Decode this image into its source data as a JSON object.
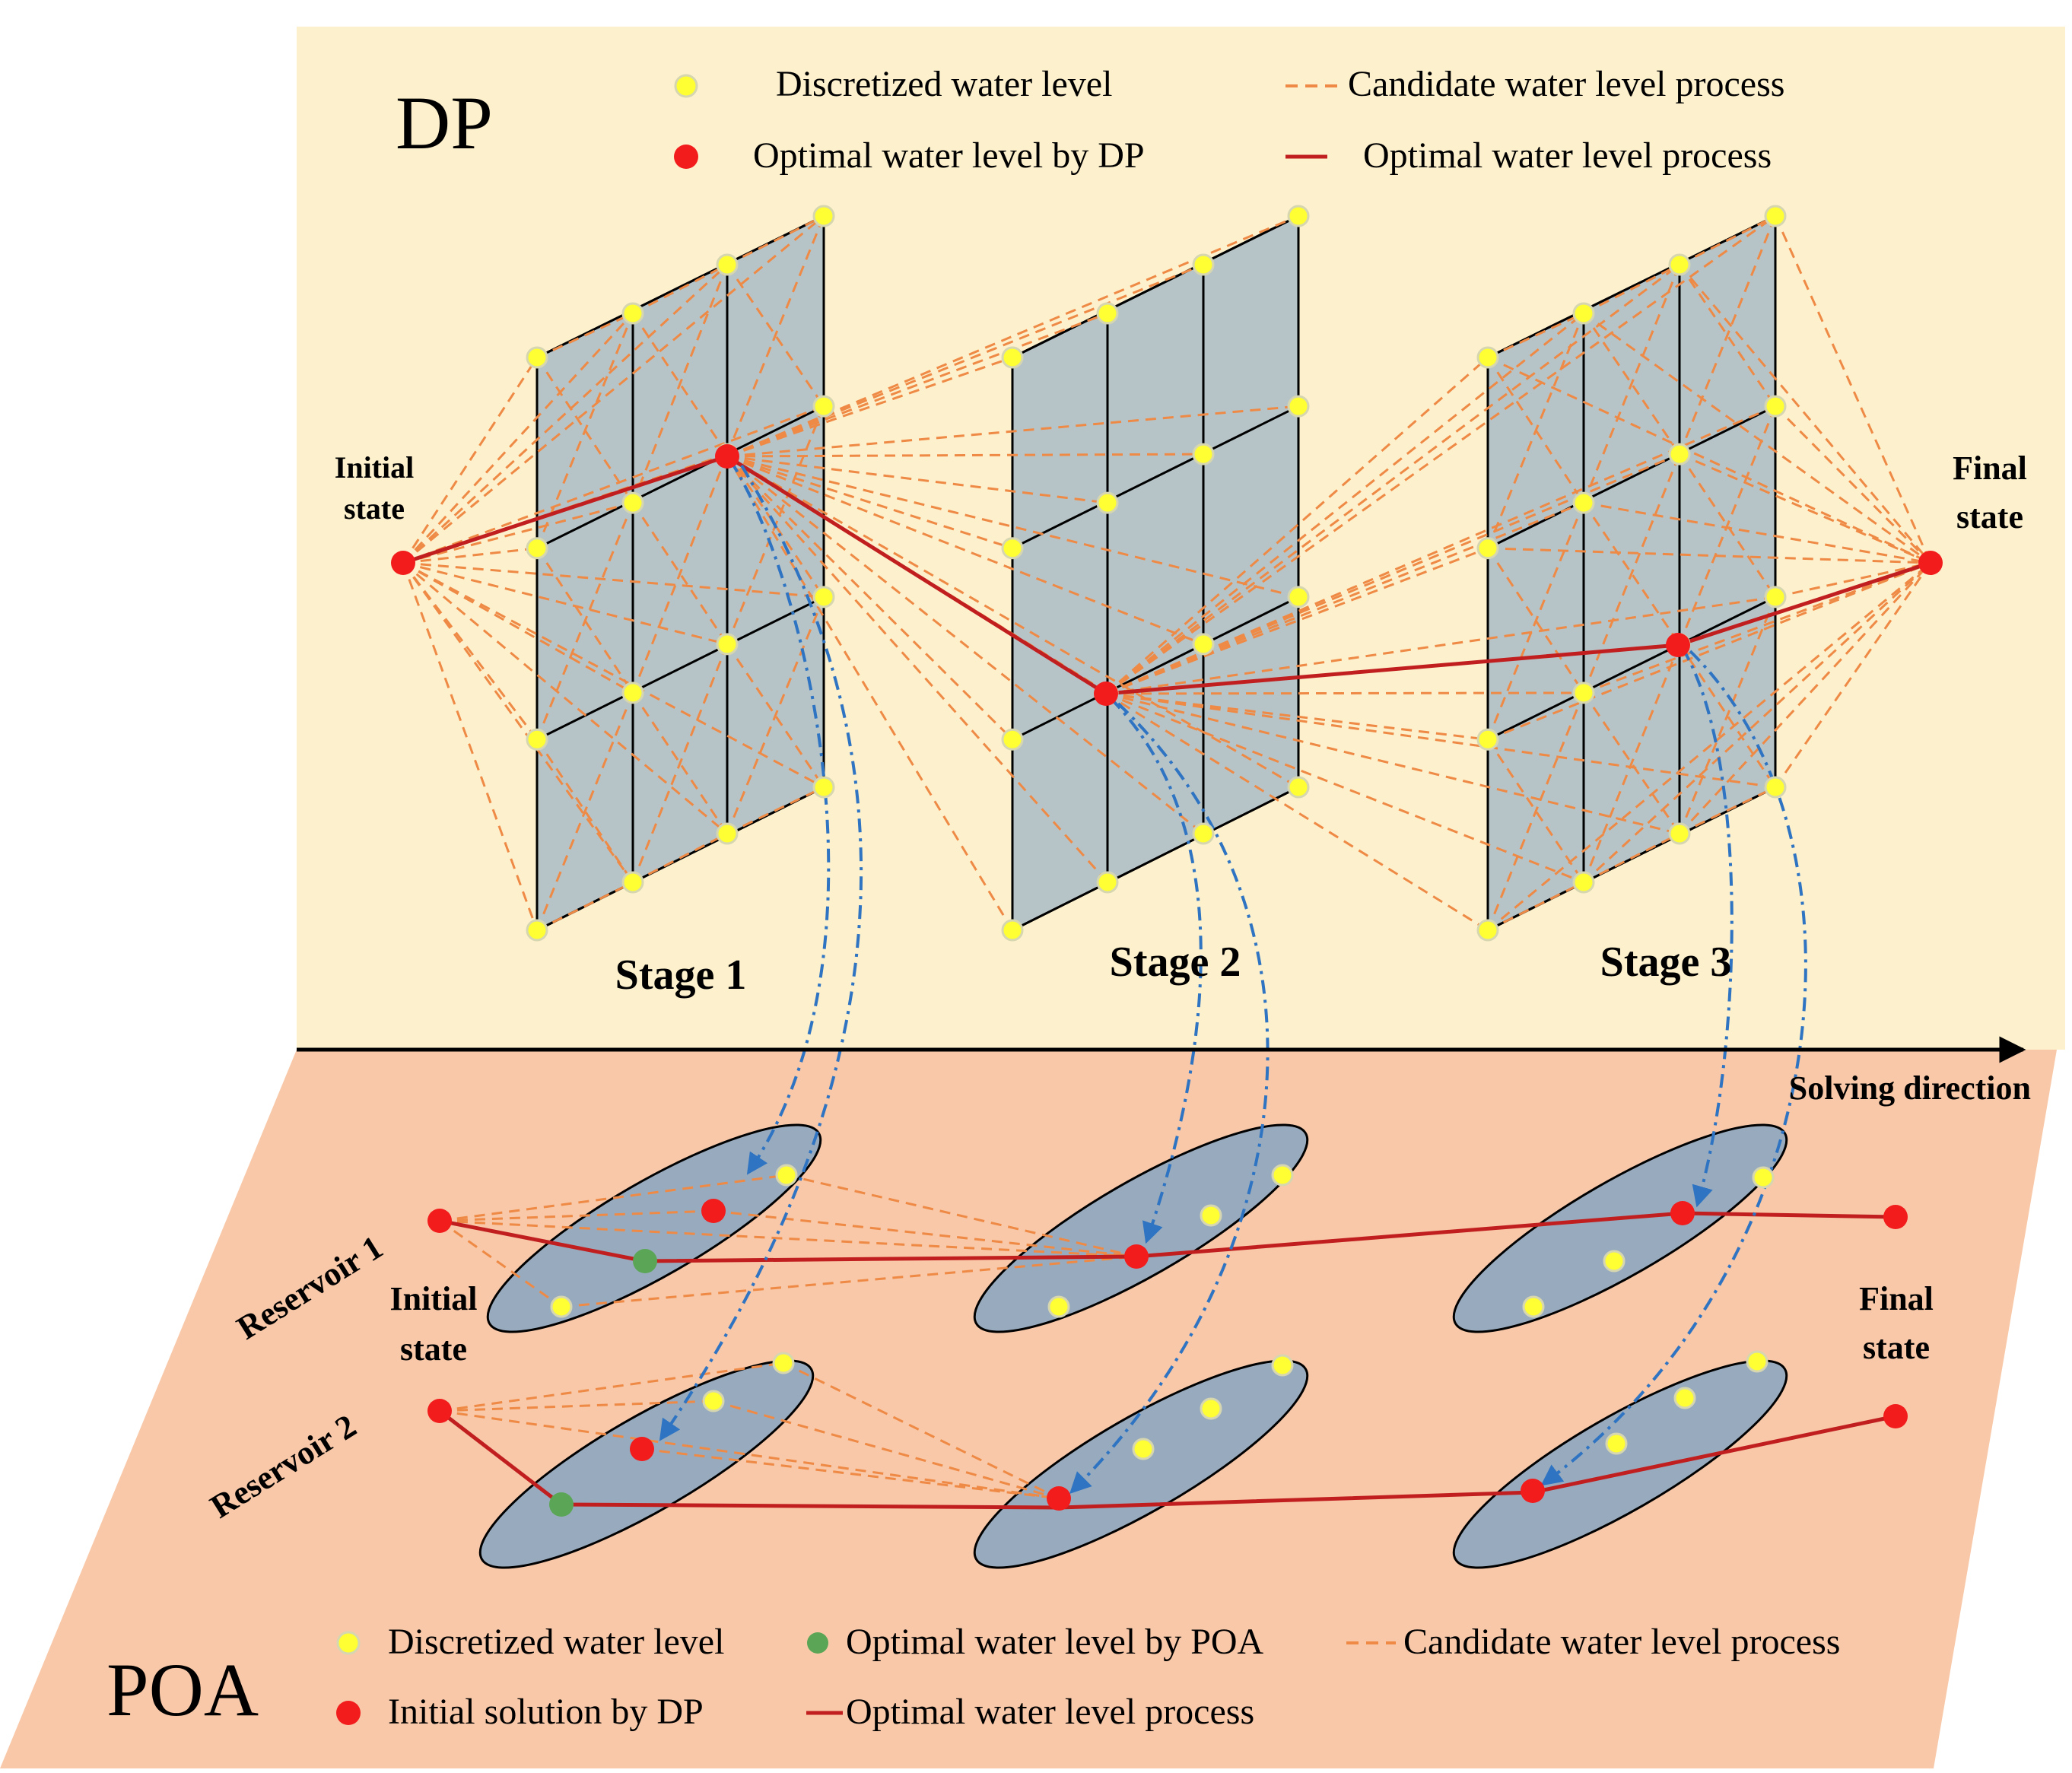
{
  "dp": {
    "title": "DP",
    "legend": {
      "discretized": "Discretized water level",
      "candidate": "Candidate water level process",
      "optimal_point": "Optimal water level by DP",
      "optimal_process": "Optimal water level process"
    },
    "initial_state": [
      "Initial",
      "state"
    ],
    "final_state": [
      "Final",
      "state"
    ],
    "stages": [
      "Stage 1",
      "Stage 2",
      "Stage 3"
    ]
  },
  "axis": {
    "label": "Solving direction"
  },
  "poa": {
    "title": "POA",
    "reservoirs": [
      "Reservoir 1",
      "Reservoir 2"
    ],
    "initial_state": [
      "Initial",
      "state"
    ],
    "final_state": [
      "Final",
      "state"
    ],
    "legend": {
      "discretized": "Discretized water level",
      "optimal_point": "Optimal water level by POA",
      "candidate": "Candidate water level process",
      "initial_solution": "Initial solution by DP",
      "optimal_process": "Optimal water level process"
    }
  },
  "colors": {
    "dp_background": "#FDF0CC",
    "poa_background": "#F8C8A8",
    "grid_panel": "#B6C4C8",
    "ellipse": "#98ABBE",
    "discretized_point": "#FFFF33",
    "optimal_point": "#F21C1C",
    "poa_point": "#5BA656",
    "candidate_line": "#EE8A45",
    "optimal_line": "#C11F1F",
    "arrow": "#2E74C2"
  }
}
